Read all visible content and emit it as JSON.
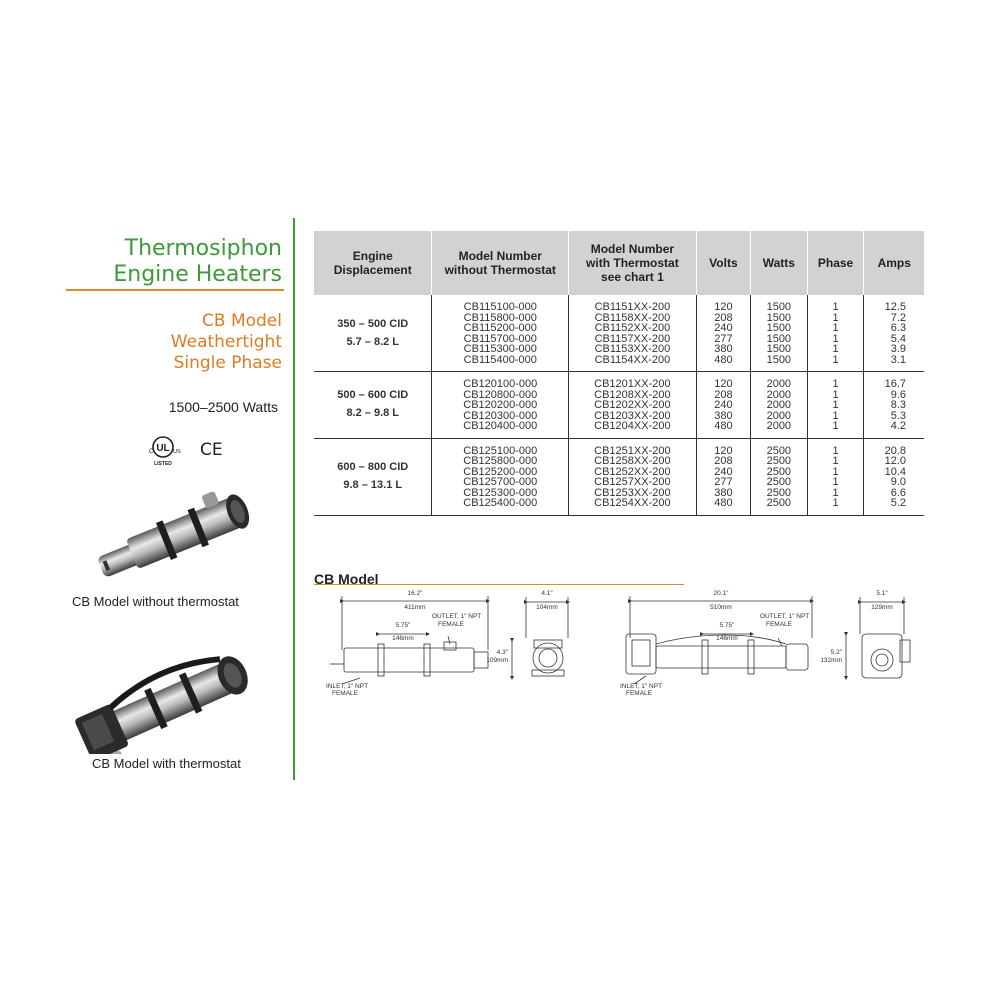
{
  "sidebar": {
    "title_line1": "Thermosiphon",
    "title_line2": "Engine Heaters",
    "subtitle_line1": "CB Model",
    "subtitle_line2": "Weathertight",
    "subtitle_line3": "Single Phase",
    "wattage": "1500–2500 Watts",
    "cert_ul": "UL",
    "cert_ul_c": "C",
    "cert_ul_us": "US",
    "cert_ul_listed": "LISTED",
    "cert_ce": "CE",
    "caption_without": "CB Model without thermostat",
    "caption_with": "CB Model with thermostat"
  },
  "colors": {
    "green": "#3c9a3a",
    "orange": "#e07b22",
    "header_gray": "#d2d2d2"
  },
  "table": {
    "headers": {
      "displacement": [
        "Engine",
        "Displacement"
      ],
      "model_without": [
        "Model Number",
        "without Thermostat"
      ],
      "model_with": [
        "Model Number",
        "with Thermostat",
        "see chart 1"
      ],
      "volts": "Volts",
      "watts": "Watts",
      "phase": "Phase",
      "amps": "Amps"
    },
    "groups": [
      {
        "cid": "350 – 500 CID",
        "liters": "5.7 – 8.2 L",
        "model_without": [
          "CB115100-000",
          "CB115800-000",
          "CB115200-000",
          "CB115700-000",
          "CB115300-000",
          "CB115400-000"
        ],
        "model_with": [
          "CB1151XX-200",
          "CB1158XX-200",
          "CB1152XX-200",
          "CB1157XX-200",
          "CB1153XX-200",
          "CB1154XX-200"
        ],
        "volts": [
          "120",
          "208",
          "240",
          "277",
          "380",
          "480"
        ],
        "watts": [
          "1500",
          "1500",
          "1500",
          "1500",
          "1500",
          "1500"
        ],
        "phase": [
          "1",
          "1",
          "1",
          "1",
          "1",
          "1"
        ],
        "amps": [
          "12.5",
          "7.2",
          "6.3",
          "5.4",
          "3.9",
          "3.1"
        ]
      },
      {
        "cid": "500 – 600 CID",
        "liters": "8.2 – 9.8 L",
        "model_without": [
          "CB120100-000",
          "CB120800-000",
          "CB120200-000",
          "CB120300-000",
          "CB120400-000"
        ],
        "model_with": [
          "CB1201XX-200",
          "CB1208XX-200",
          "CB1202XX-200",
          "CB1203XX-200",
          "CB1204XX-200"
        ],
        "volts": [
          "120",
          "208",
          "240",
          "380",
          "480"
        ],
        "watts": [
          "2000",
          "2000",
          "2000",
          "2000",
          "2000"
        ],
        "phase": [
          "1",
          "1",
          "1",
          "1",
          "1"
        ],
        "amps": [
          "16.7",
          "9.6",
          "8.3",
          "5.3",
          "4.2"
        ]
      },
      {
        "cid": "600 – 800 CID",
        "liters": "9.8 – 13.1 L",
        "model_without": [
          "CB125100-000",
          "CB125800-000",
          "CB125200-000",
          "CB125700-000",
          "CB125300-000",
          "CB125400-000"
        ],
        "model_with": [
          "CB1251XX-200",
          "CB1258XX-200",
          "CB1252XX-200",
          "CB1257XX-200",
          "CB1253XX-200",
          "CB1254XX-200"
        ],
        "volts": [
          "120",
          "208",
          "240",
          "277",
          "380",
          "480"
        ],
        "watts": [
          "2500",
          "2500",
          "2500",
          "2500",
          "2500",
          "2500"
        ],
        "phase": [
          "1",
          "1",
          "1",
          "1",
          "1",
          "1"
        ],
        "amps": [
          "20.8",
          "12.0",
          "10.4",
          "9.0",
          "6.6",
          "5.2"
        ]
      }
    ]
  },
  "diagram": {
    "title": "CB Model",
    "a_length": "16.2\"",
    "a_length_mm": "411mm",
    "a_spacing": "5.75\"",
    "a_spacing_mm": "146mm",
    "a_outlet": "OUTLET, 1\" NPT",
    "a_outlet2": "FEMALE",
    "a_inlet": "INLET, 1\" NPT",
    "a_inlet2": "FEMALE",
    "a_width": "4.1\"",
    "a_width_mm": "104mm",
    "a_height": "4.3\"",
    "a_height_mm": "109mm",
    "b_length": "20.1\"",
    "b_length_mm": "510mm",
    "b_spacing": "5.75\"",
    "b_spacing_mm": "146mm",
    "b_outlet": "OUTLET, 1\" NPT",
    "b_outlet2": "FEMALE",
    "b_inlet": "INLET, 1\" NPT",
    "b_inlet2": "FEMALE",
    "b_width": "5.1\"",
    "b_width_mm": "129mm",
    "b_height": "5.2\"",
    "b_height_mm": "132mm"
  }
}
